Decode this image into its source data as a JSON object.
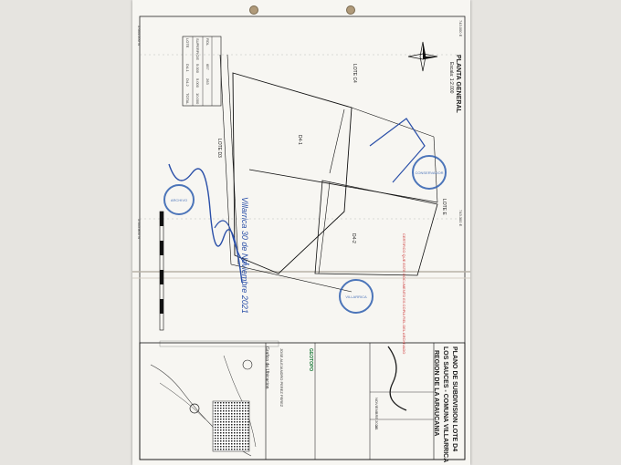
{
  "plan": {
    "title": "PLANTA GENERAL",
    "scale": "Escala: 1:2.000",
    "lot_c4": "LOTE C4",
    "lot_d3": "LOTE D3",
    "lot_e": "LOTE E",
    "parcel_1": "D4-1",
    "parcel_2": "D4-2",
    "coord_1": "5.644.000 N",
    "coord_2": "743.000 E",
    "coord_3": "743.300 E",
    "coord_4": "5.643.800 N"
  },
  "table": {
    "headers": [
      "LOTE",
      "SUPERFICIE",
      "ROL"
    ],
    "rows": [
      [
        "D4-1",
        "5.000",
        "657"
      ],
      [
        "D4-2",
        "5.000",
        "263"
      ],
      [
        "TOTAL",
        "10.000",
        ""
      ]
    ]
  },
  "notes": {
    "cert": "CERTIFICO QUE ESTE DOCUMENTO ES COPIA FIEL DEL ARCHIVADO",
    "signature": "Villarrica 30 de Noviembre 2021"
  },
  "title_block": {
    "line1": "PLANO DE SUBDIVISION LOTE D4",
    "line2": "LOS SAUCES - COMUNA VILLARRICA",
    "line3": "REGION DE LA ARAUCANIA",
    "location_label": "Grafico de Ubicacion",
    "company": "GEOTOPO",
    "owner": "JOSE ALEJANDRO PEREZ PEREZ",
    "date": "NOVIEMBRE 2020",
    "sheet": "1/1"
  },
  "stamps": {
    "s1": "CONSERVADOR",
    "s2": "VILLARRICA",
    "s3": "ARCHIVO"
  }
}
